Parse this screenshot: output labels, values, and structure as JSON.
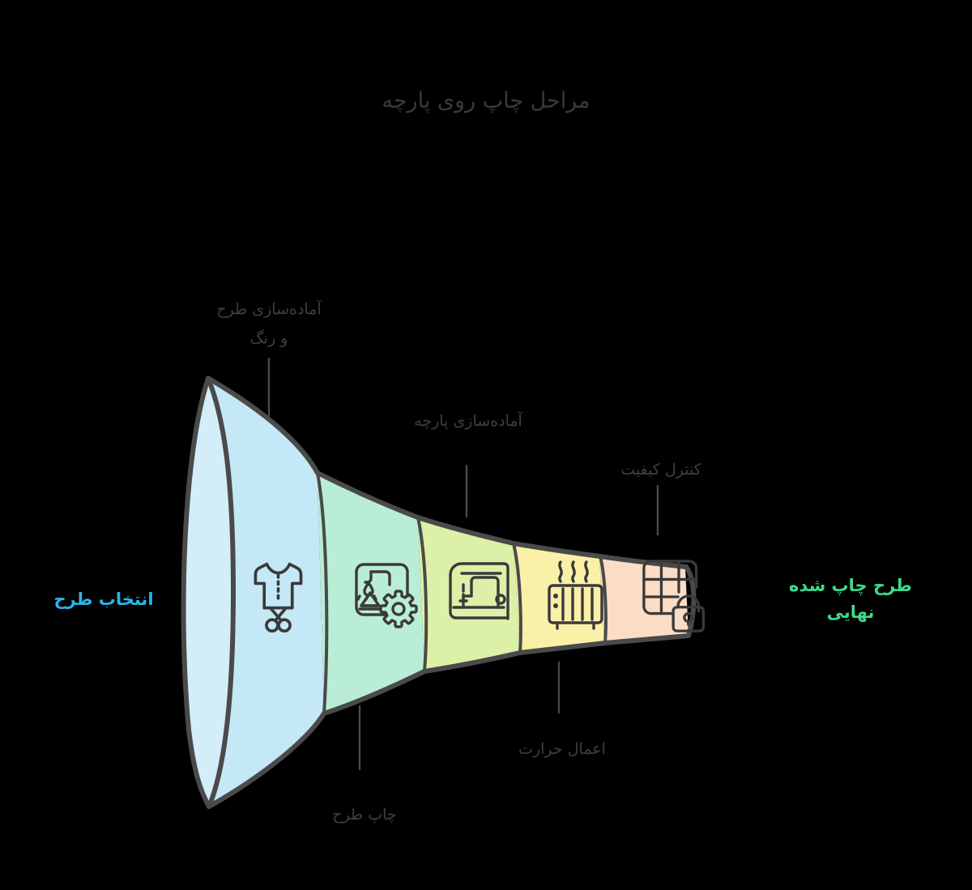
{
  "diagram": {
    "title": "مراحل چاپ روی پارچه",
    "type": "horizontal-funnel",
    "orientation": "rtl",
    "background_color": "#000000",
    "outline_color": "#4a4a4a",
    "endpoints": {
      "left": {
        "label": "انتخاب طرح",
        "color": "#29b6e8"
      },
      "right": {
        "label_line1": "طرح چاپ شده",
        "label_line2": "نهایی",
        "color": "#3fd98a"
      }
    },
    "stages": [
      {
        "index": 1,
        "label_line1": "آماده‌سازی طرح",
        "label_line2": "و رنگ",
        "label_position": "top",
        "fill": "#c5e8f7",
        "icon": "tshirt-scissors-icon"
      },
      {
        "index": 2,
        "label_line1": "چاپ طرح",
        "label_line2": "",
        "label_position": "bottom",
        "fill": "#b9edd6",
        "icon": "fabric-print-gear-icon"
      },
      {
        "index": 3,
        "label_line1": "آماده‌سازی پارچه",
        "label_line2": "",
        "label_position": "top",
        "fill": "#ddf0a8",
        "icon": "printing-machine-icon"
      },
      {
        "index": 4,
        "label_line1": "اعمال حرارت",
        "label_line2": "",
        "label_position": "bottom",
        "fill": "#fbf0a8",
        "icon": "heater-icon"
      },
      {
        "index": 5,
        "label_line1": "کنترل کیفیت",
        "label_line2": "",
        "label_position": "top",
        "fill": "#fbddc6",
        "icon": "grid-lock-icon"
      }
    ]
  }
}
